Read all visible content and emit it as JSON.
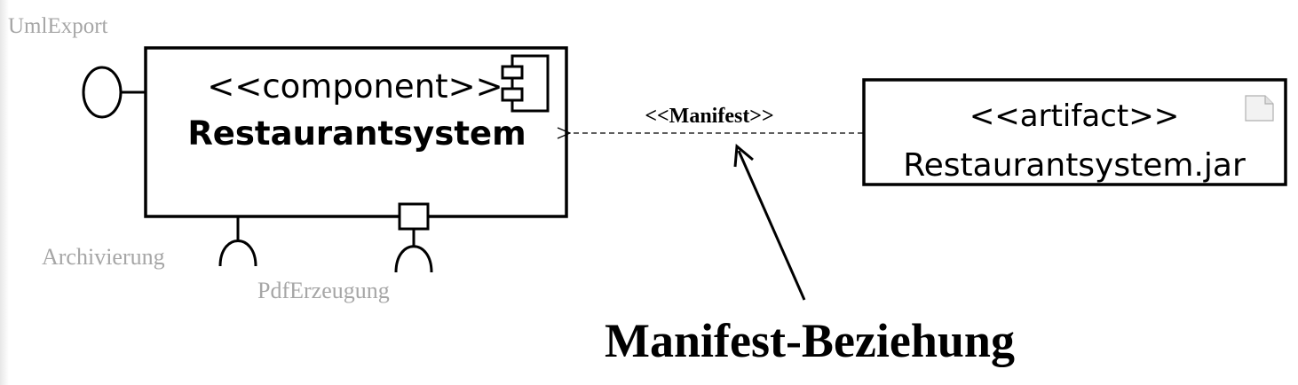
{
  "component": {
    "stereotype": "<<component>>",
    "name": "Restaurantsystem"
  },
  "artifact": {
    "stereotype": "<<artifact>>",
    "name": "Restaurantsystem.jar"
  },
  "interfaces": {
    "provided": "UmlExport",
    "required_1": "Archivierung",
    "required_2": "PdfErzeugung"
  },
  "relation": {
    "stereotype": "<<Manifest>>"
  },
  "annotation": {
    "label": "Manifest-Beziehung"
  },
  "colors": {
    "line": "#000000",
    "muted_label": "#a6a6a6"
  },
  "icons": [
    "component-icon",
    "document-icon"
  ]
}
